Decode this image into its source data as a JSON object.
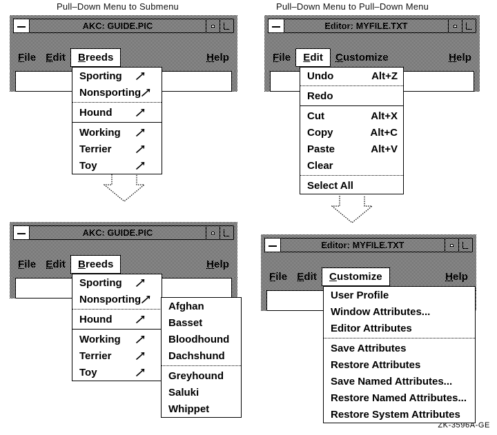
{
  "figure": {
    "id_label": "ZK-3596A-GE",
    "captions": [
      {
        "text": "Pull–Down Menu to Submenu"
      },
      {
        "text": "Pull–Down Menu to Pull–Down Menu"
      }
    ]
  },
  "colors": {
    "ink": "#000000",
    "paper": "#ffffff",
    "stipple": "#808080"
  },
  "panels": {
    "top_left": {
      "window": {
        "title": "AKC: GUIDE.PIC",
        "controls": {
          "menu_button": "window-menu-button",
          "minimize": "minimize-button",
          "maximize": "maximize-button"
        },
        "menubar": [
          {
            "label": "File",
            "mnemonic": "F",
            "active": false
          },
          {
            "label": "Edit",
            "mnemonic": "E",
            "active": false
          },
          {
            "label": "Breeds",
            "mnemonic": "B",
            "active": true
          },
          {
            "label": "Help",
            "mnemonic": "H",
            "active": false
          }
        ]
      },
      "menu": {
        "name": "breeds-menu",
        "items": [
          {
            "label": "Sporting",
            "cascade": true,
            "sep_after": "none"
          },
          {
            "label": "Nonsporting",
            "cascade": true,
            "sep_after": "dotted"
          },
          {
            "label": "Hound",
            "cascade": true,
            "sep_after": "solid"
          },
          {
            "label": "Working",
            "cascade": true,
            "sep_after": "none"
          },
          {
            "label": "Terrier",
            "cascade": true,
            "sep_after": "none"
          },
          {
            "label": "Toy",
            "cascade": true,
            "sep_after": "none"
          }
        ]
      }
    },
    "top_right": {
      "window": {
        "title": "Editor: MYFILE.TXT",
        "menubar": [
          {
            "label": "File",
            "mnemonic": "F",
            "active": false
          },
          {
            "label": "Edit",
            "mnemonic": "E",
            "active": true
          },
          {
            "label": "Customize",
            "mnemonic": "C",
            "active": false
          },
          {
            "label": "Help",
            "mnemonic": "H",
            "active": false
          }
        ]
      },
      "menu": {
        "name": "edit-menu",
        "items": [
          {
            "label": "Undo",
            "accel": "Alt+Z",
            "sep_after": "dotted"
          },
          {
            "label": "Redo",
            "accel": "",
            "sep_after": "solid"
          },
          {
            "label": "Cut",
            "accel": "Alt+X",
            "sep_after": "none"
          },
          {
            "label": "Copy",
            "accel": "Alt+C",
            "sep_after": "none"
          },
          {
            "label": "Paste",
            "accel": "Alt+V",
            "sep_after": "none"
          },
          {
            "label": "Clear",
            "accel": "",
            "sep_after": "dotted"
          },
          {
            "label": "Select All",
            "accel": "",
            "sep_after": "none"
          }
        ]
      }
    },
    "bottom_left": {
      "window": {
        "title": "AKC: GUIDE.PIC",
        "menubar": [
          {
            "label": "File",
            "mnemonic": "F",
            "active": false
          },
          {
            "label": "Edit",
            "mnemonic": "E",
            "active": false
          },
          {
            "label": "Breeds",
            "mnemonic": "B",
            "active": true
          },
          {
            "label": "Help",
            "mnemonic": "H",
            "active": false
          }
        ]
      },
      "menu": {
        "name": "breeds-menu",
        "items": [
          {
            "label": "Sporting",
            "cascade": true,
            "sep_after": "none"
          },
          {
            "label": "Nonsporting",
            "cascade": true,
            "sep_after": "dotted"
          },
          {
            "label": "Hound",
            "cascade": true,
            "sep_after": "solid"
          },
          {
            "label": "Working",
            "cascade": true,
            "sep_after": "none"
          },
          {
            "label": "Terrier",
            "cascade": true,
            "sep_after": "none"
          },
          {
            "label": "Toy",
            "cascade": true,
            "sep_after": "none"
          }
        ]
      },
      "submenu": {
        "name": "hound-submenu",
        "items": [
          {
            "label": "Afghan",
            "sep_after": "none"
          },
          {
            "label": "Basset",
            "sep_after": "none"
          },
          {
            "label": "Bloodhound",
            "sep_after": "none"
          },
          {
            "label": "Dachshund",
            "sep_after": "dotted"
          },
          {
            "label": "Greyhound",
            "sep_after": "none"
          },
          {
            "label": "Saluki",
            "sep_after": "none"
          },
          {
            "label": "Whippet",
            "sep_after": "none"
          }
        ]
      }
    },
    "bottom_right": {
      "window": {
        "title": "Editor: MYFILE.TXT",
        "menubar": [
          {
            "label": "File",
            "mnemonic": "F",
            "active": false
          },
          {
            "label": "Edit",
            "mnemonic": "E",
            "active": false
          },
          {
            "label": "Customize",
            "mnemonic": "C",
            "active": true
          },
          {
            "label": "Help",
            "mnemonic": "H",
            "active": false
          }
        ]
      },
      "menu": {
        "name": "customize-menu",
        "items": [
          {
            "label": "User Profile",
            "sep_after": "none"
          },
          {
            "label": "Window Attributes...",
            "sep_after": "none"
          },
          {
            "label": "Editor Attributes",
            "sep_after": "dotted"
          },
          {
            "label": "Save Attributes",
            "sep_after": "none"
          },
          {
            "label": "Restore Attributes",
            "sep_after": "none"
          },
          {
            "label": "Save Named Attributes...",
            "sep_after": "none"
          },
          {
            "label": "Restore Named Attributes...",
            "sep_after": "none"
          },
          {
            "label": "Restore System Attributes",
            "sep_after": "none"
          }
        ]
      }
    }
  }
}
